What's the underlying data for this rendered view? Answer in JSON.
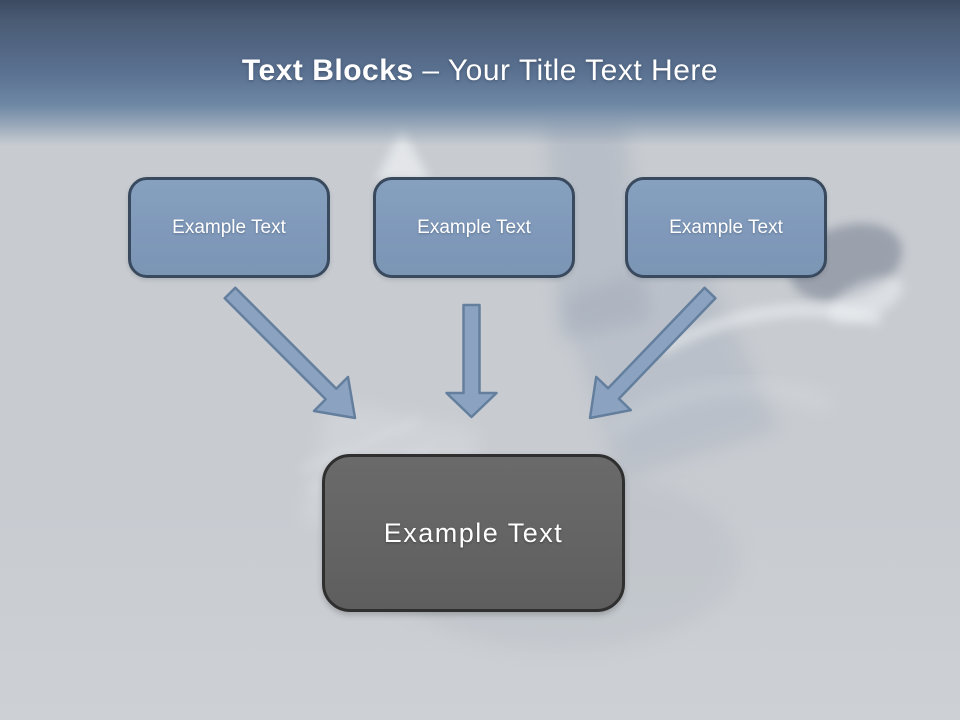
{
  "title": {
    "bold": "Text Blocks",
    "regular": " – Your Title Text Here"
  },
  "blocks": {
    "top": [
      {
        "label": "Example Text"
      },
      {
        "label": "Example Text"
      },
      {
        "label": "Example Text"
      }
    ],
    "bottom": {
      "label": "Example Text"
    }
  },
  "icons": [
    "arrow-down-right-icon",
    "arrow-down-icon",
    "arrow-down-left-icon"
  ],
  "colors": {
    "header_top": "#3c4a61",
    "header_upper": "#4a5b74",
    "header_mid": "#5a7191",
    "header_low": "#6e88a4",
    "title_text": "#ffffff",
    "bg_base": "#c8ccd1",
    "bg_light": "#cdd1d5",
    "block_fill": "#8099ba",
    "block_border": "#39495e",
    "block_text": "#ffffff",
    "arrow_fill": "#8ba3c1",
    "arrow_border": "#647f9e",
    "summary_fill": "#646464",
    "summary_border": "#2f2f2f"
  }
}
